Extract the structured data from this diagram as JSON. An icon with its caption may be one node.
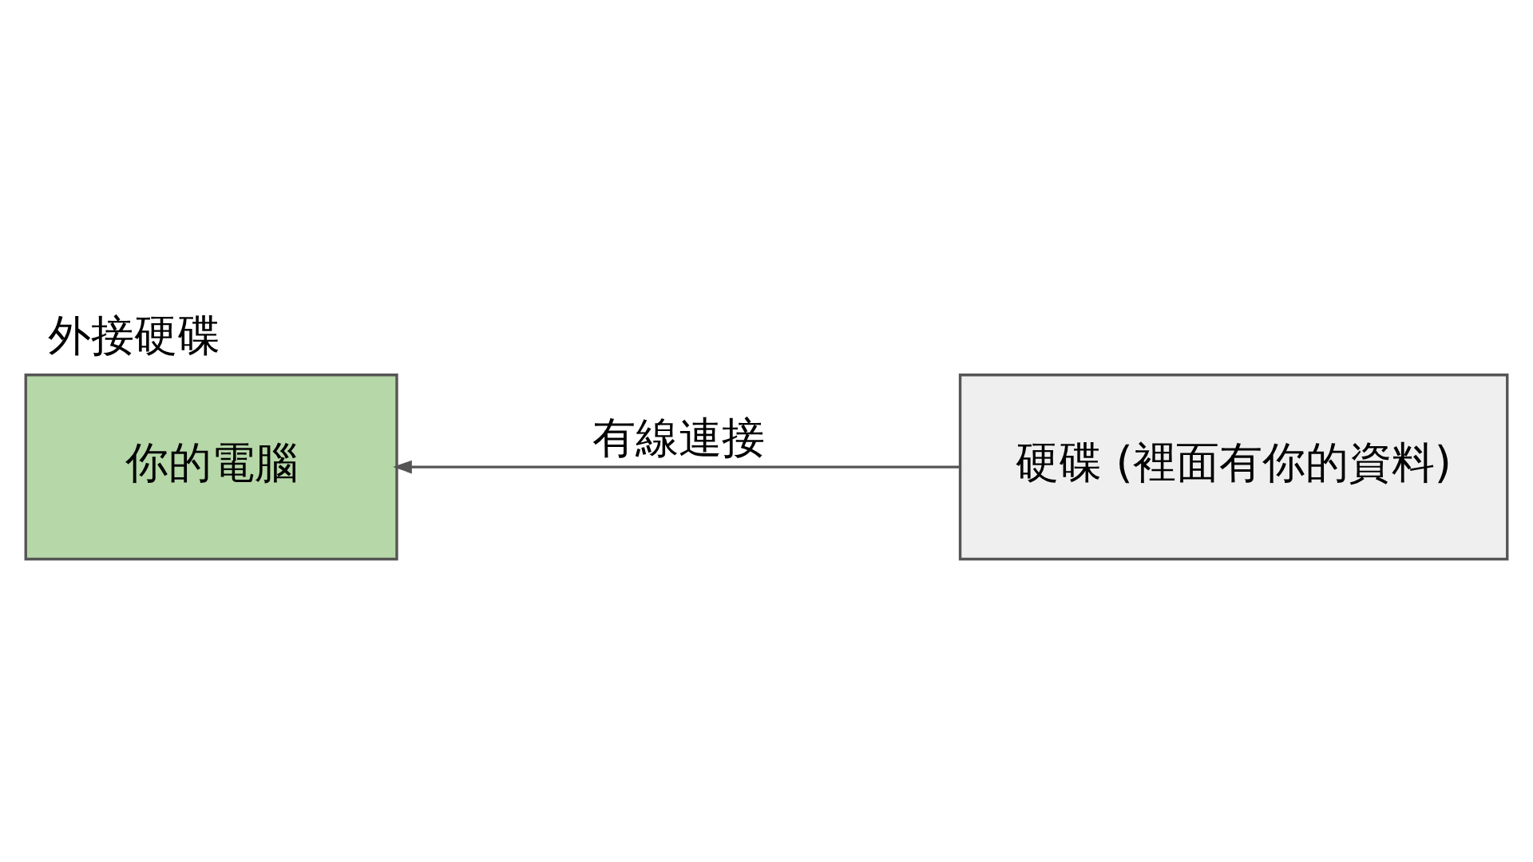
{
  "diagram": {
    "title": "外接硬碟",
    "nodes": [
      {
        "text": [
          "你的電腦"
        ]
      },
      {
        "text": [
          "硬碟 (裡面有你的資料)"
        ]
      }
    ],
    "edges": [
      {
        "from": 1,
        "to": 0,
        "arrow": "to",
        "label": "有線連接"
      }
    ]
  }
}
